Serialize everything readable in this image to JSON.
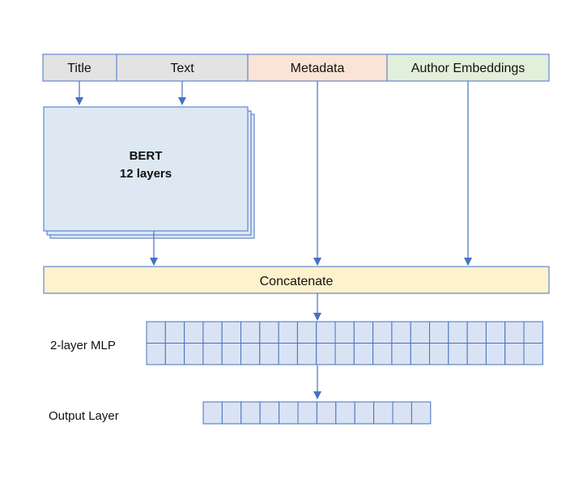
{
  "inputs": {
    "title": "Title",
    "text": "Text",
    "metadata": "Metadata",
    "author_embeddings": "Author Embeddings"
  },
  "bert": {
    "name": "BERT",
    "layers": "12 layers"
  },
  "concatenate": "Concatenate",
  "mlp_label": "2-layer MLP",
  "mlp_grid": {
    "rows": 2,
    "cols": 21
  },
  "output_label": "Output Layer",
  "output_grid": {
    "rows": 1,
    "cols": 12
  },
  "colors": {
    "border": "#4472c4",
    "cell_fill": "#dae3f3",
    "bert_fill": "#dde8f3",
    "gray_fill": "#e3e3e3",
    "metadata_fill": "#fbe4d5",
    "author_fill": "#e2efda",
    "concat_fill": "#fdf2cc",
    "arrow": "#4472c4"
  }
}
